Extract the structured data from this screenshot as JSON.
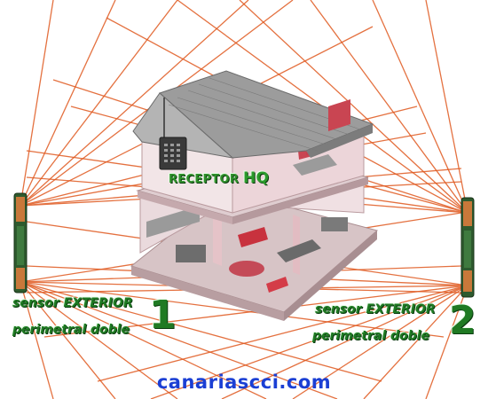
{
  "labels": {
    "receptor": "RECEPTOR",
    "receptor_suffix": "HQ",
    "left_sensor_line1": "sensor EXTERIOR",
    "left_sensor_line2": "perimetral doble",
    "left_sensor_number": "1",
    "right_sensor_line1": "sensor EXTERIOR",
    "right_sensor_line2": "perimetral doble",
    "right_sensor_number": "2",
    "website": "canariascci.com"
  },
  "colors": {
    "beam": "#e0591f",
    "label_green": "#1f7a23",
    "website_blue": "#1b3fd4",
    "roof": "#8e8e8e",
    "walls_pink": "#e6b7bd"
  },
  "icons": {
    "left_sensor": "sensor-post-icon",
    "right_sensor": "sensor-post-icon",
    "receiver": "receiver-device-icon"
  }
}
